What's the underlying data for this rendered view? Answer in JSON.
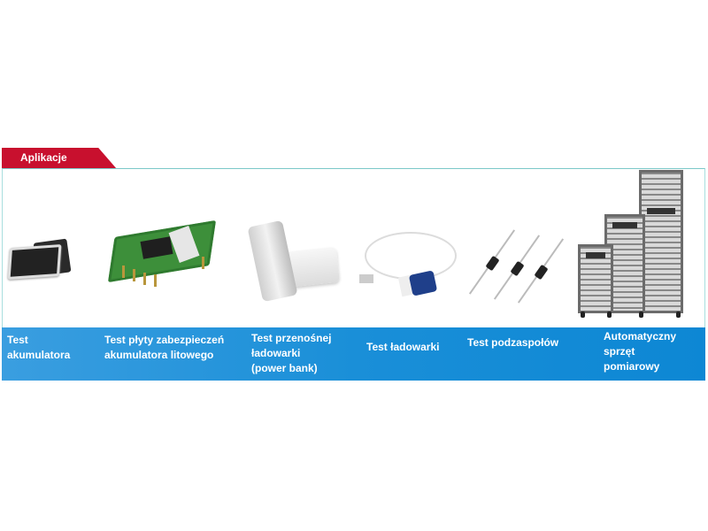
{
  "section": {
    "title": "Aplikacje"
  },
  "colors": {
    "tab_red": "#c8102e",
    "band_blue": "#1a8fd8",
    "frame_teal": "#7cc8c8"
  },
  "applications": [
    {
      "label": "Test\nakumulatora",
      "lines": [
        "Test",
        "akumulatora"
      ],
      "image": "battery-icon"
    },
    {
      "label": "Test płyty zabezpieczeń akumulatora litowego",
      "lines": [
        "Test płyty zabezpieczeń",
        "akumulatora litowego"
      ],
      "image": "pcb-board-icon"
    },
    {
      "label": "Test przenośnej ładowarki (power bank)",
      "lines": [
        "Test przenośnej",
        "ładowarki",
        "(power bank)"
      ],
      "image": "power-bank-icon"
    },
    {
      "label": "Test ładowarki",
      "lines": [
        "Test ładowarki"
      ],
      "image": "charger-icon"
    },
    {
      "label": "Test podzaspołów",
      "lines": [
        "Test podzaspołów"
      ],
      "image": "diode-components-icon"
    },
    {
      "label": "Automatyczny sprzęt pomiarowy",
      "lines": [
        "Automatyczny",
        "sprzęt",
        "pomiarowy"
      ],
      "image": "test-rack-icon"
    }
  ]
}
